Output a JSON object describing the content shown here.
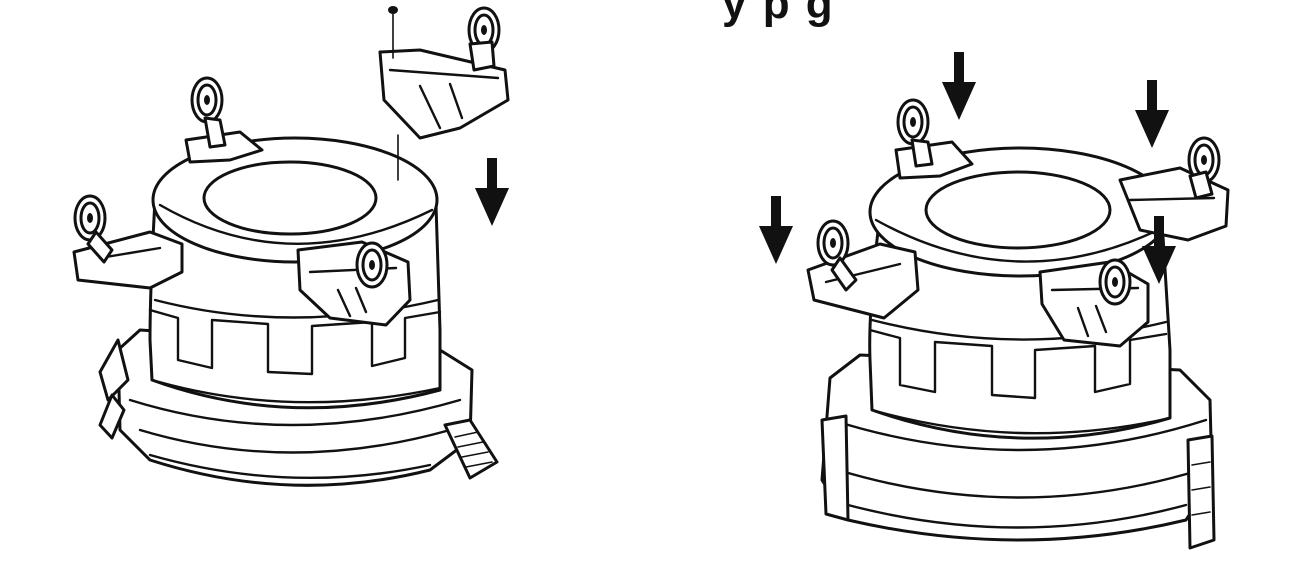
{
  "figure": {
    "top_caption_fragment": "y p g",
    "colors": {
      "line": "#111111",
      "background": "#ffffff"
    },
    "panels": [
      {
        "id": "before",
        "description_icon": "vacuum-canister-with-caster-being-attached",
        "arrow_count": 1
      },
      {
        "id": "after",
        "description_icon": "vacuum-canister-with-four-casters-pressed-down",
        "arrow_count": 4
      }
    ]
  }
}
